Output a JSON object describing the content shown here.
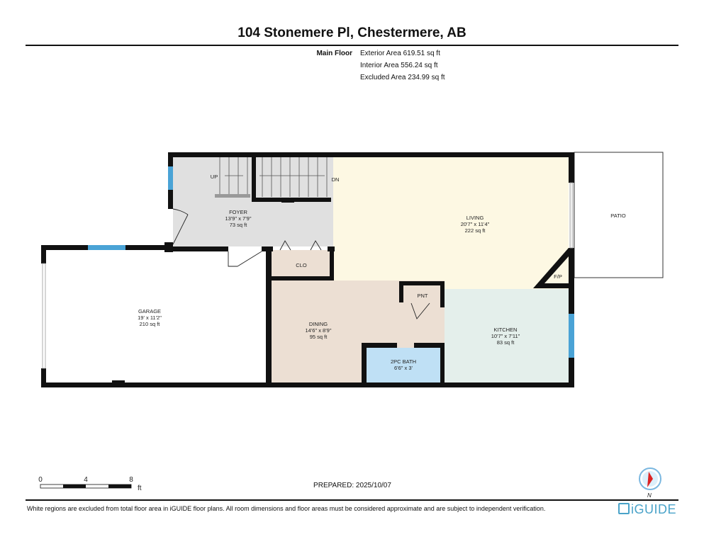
{
  "title": "104 Stonemere Pl, Chestermere, AB",
  "floor": {
    "name": "Main Floor",
    "areas": [
      "Exterior Area 619.51 sq ft",
      "Interior Area 556.24 sq ft",
      "Excluded Area 234.99 sq ft"
    ]
  },
  "rooms": {
    "foyer": {
      "name": "FOYER",
      "dims": "13'9\" x 7'9\"",
      "area": "73 sq ft"
    },
    "living": {
      "name": "LIVING",
      "dims": "20'7\" x 11'4\"",
      "area": "222 sq ft"
    },
    "garage": {
      "name": "GARAGE",
      "dims": "19' x 11'2\"",
      "area": "210 sq ft"
    },
    "dining": {
      "name": "DINING",
      "dims": "14'6\" x 8'9\"",
      "area": "95 sq ft"
    },
    "kitchen": {
      "name": "KITCHEN",
      "dims": "10'7\" x 7'11\"",
      "area": "83 sq ft"
    },
    "bath": {
      "name": "2PC BATH",
      "dims": "6'6\" x 3'"
    },
    "clo": "CLO",
    "pnt": "PNT",
    "fp": "F/P",
    "patio": "PATIO",
    "up": "UP",
    "dn": "DN"
  },
  "scale": {
    "ticks": [
      "0",
      "4",
      "8"
    ],
    "unit": "ft"
  },
  "prepared": "PREPARED: 2025/10/07",
  "compass_label": "N",
  "disclaimer": "White regions are excluded from total floor area in iGUIDE floor plans. All room dimensions and floor areas must be considered approximate and are subject to independent verification.",
  "logo": "iGUIDE",
  "colors": {
    "foyer": "#e0e0e0",
    "living": "#fdf8e3",
    "dining": "#ecdfd3",
    "kitchen": "#e4efeb",
    "bath": "#bfe0f5",
    "window": "#4aa3d6",
    "wall": "#111111"
  }
}
